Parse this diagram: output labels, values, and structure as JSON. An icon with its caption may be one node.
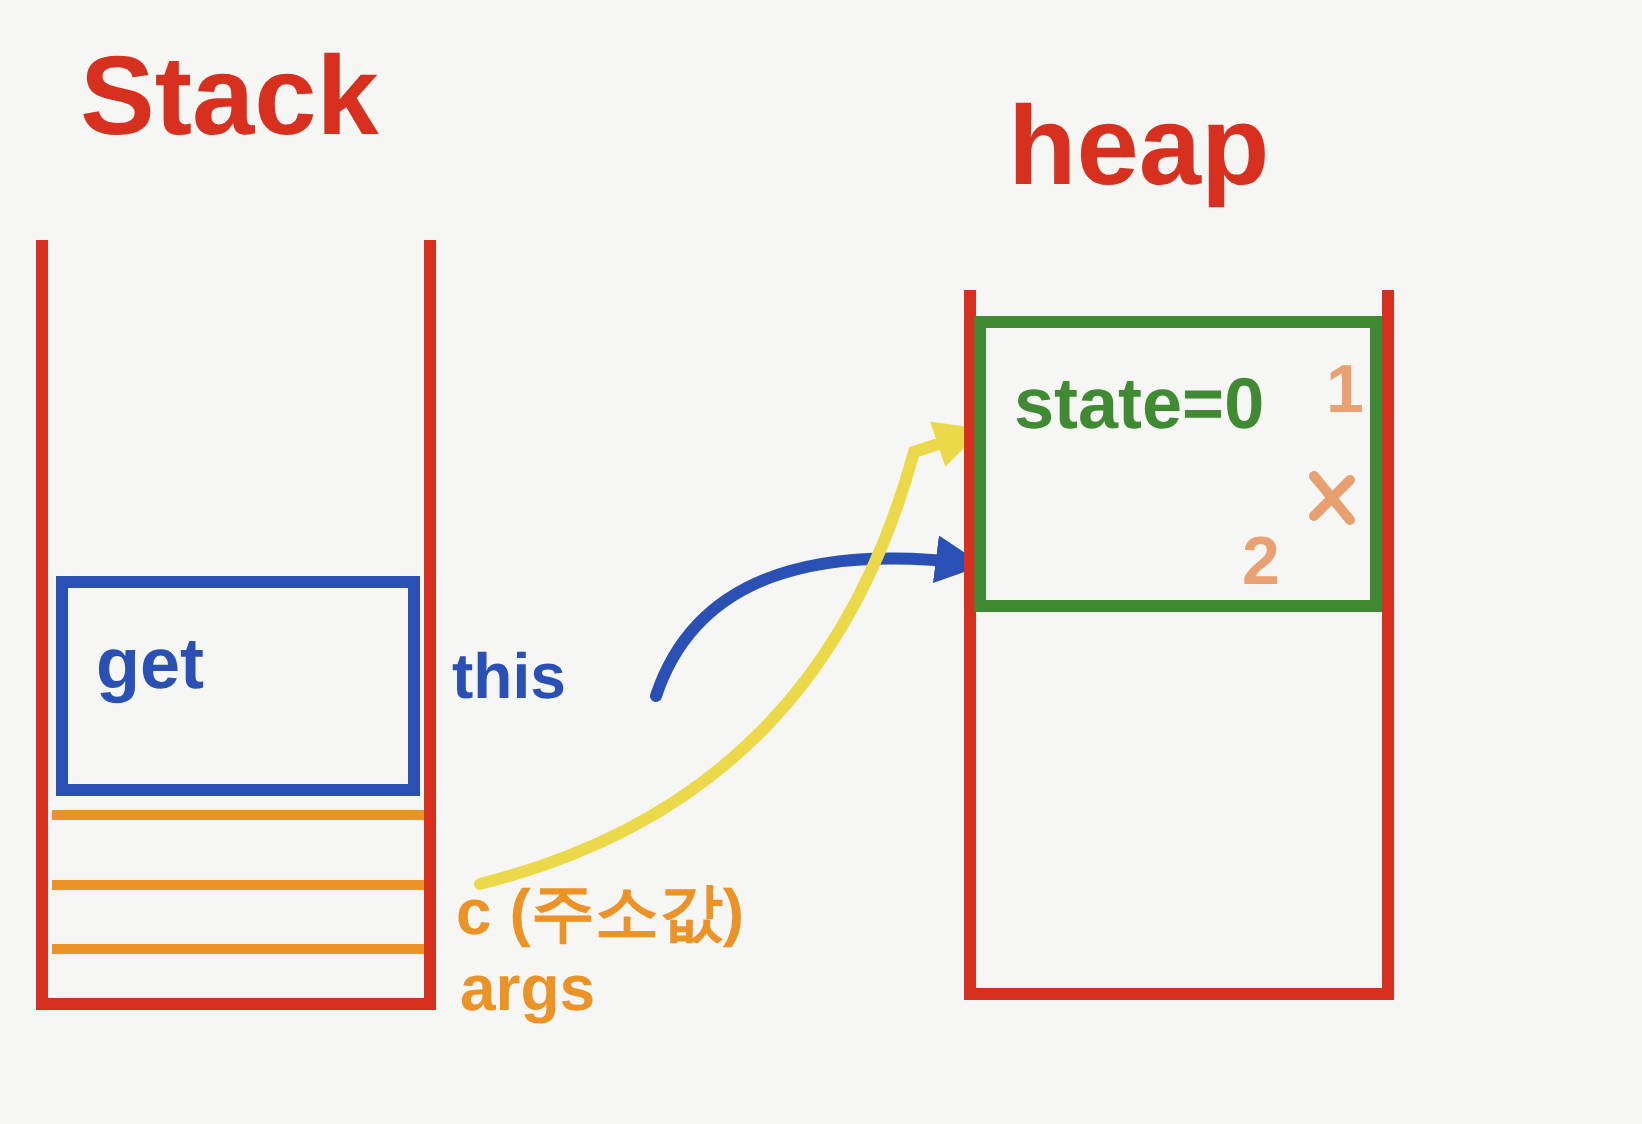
{
  "diagram": {
    "nodes": [
      {
        "text": [
          "Stack"
        ]
      },
      {
        "text": [
          "get"
        ],
        "in": 0
      },
      {
        "text": [
          "this"
        ]
      },
      {
        "text": [
          "heap"
        ]
      },
      {
        "text": [
          "state=0"
        ],
        "in": 3
      },
      {
        "text": [
          "c (주소값)"
        ]
      },
      {
        "text": [
          "args"
        ]
      }
    ],
    "edges": [
      {
        "from": 2,
        "to": 4,
        "arrow": "to",
        "color": "#2a4fb5"
      },
      {
        "from": 5,
        "to": 4,
        "arrow": "to",
        "color": "#ecd94a"
      }
    ],
    "labels": [
      "1",
      "2"
    ]
  }
}
